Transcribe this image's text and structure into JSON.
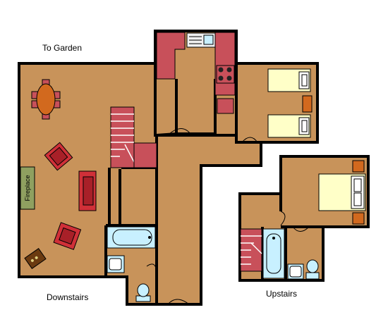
{
  "labels": {
    "to_garden": "To Garden",
    "downstairs": "Downstairs",
    "upstairs": "Upstairs",
    "fireplace": "Fireplace"
  },
  "colors": {
    "floor": "#c8935a",
    "wall": "#000000",
    "furniture_red": "#c8505a",
    "sofa": "#d03038",
    "table": "#d2691e",
    "bed_linen": "#ffffc8",
    "fixture": "#c8f0ff",
    "fireplace": "#8fa060"
  }
}
